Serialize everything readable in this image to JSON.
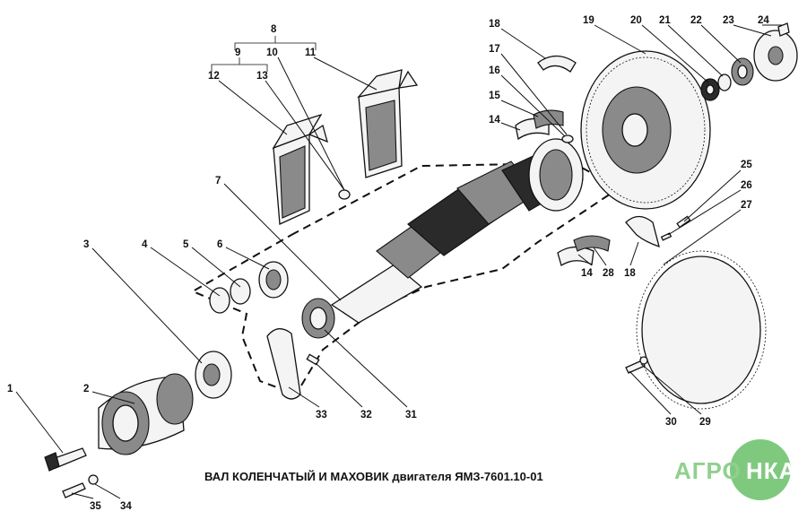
{
  "caption": "ВАЛ КОЛЕНЧАТЫЙ И МАХОВИК двигателя ЯМЗ-7601.10-01",
  "logo": {
    "part1": "АГРО",
    "part2": "НКА",
    "color": "#7fc97f"
  },
  "callouts": {
    "c1": "1",
    "c2": "2",
    "c3": "3",
    "c4": "4",
    "c5": "5",
    "c6": "6",
    "c7": "7",
    "c8": "8",
    "c9": "9",
    "c10": "10",
    "c11": "11",
    "c12": "12",
    "c13": "13",
    "c14a": "14",
    "c14b": "14",
    "c15": "15",
    "c16": "16",
    "c17": "17",
    "c18a": "18",
    "c18b": "18",
    "c19": "19",
    "c20": "20",
    "c21": "21",
    "c22": "22",
    "c23": "23",
    "c24": "24",
    "c25": "25",
    "c26": "26",
    "c27": "27",
    "c28": "28",
    "c29": "29",
    "c30": "30",
    "c31": "31",
    "c32": "32",
    "c33": "33",
    "c34": "34",
    "c35": "35"
  }
}
